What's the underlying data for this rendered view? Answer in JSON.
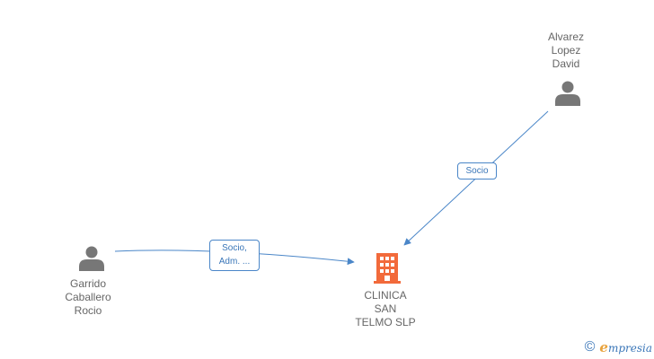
{
  "nodes": {
    "alvarez": {
      "label_lines": [
        "Alvarez",
        "Lopez",
        "David"
      ],
      "kind": "person",
      "icon": "person-icon",
      "color": "#777777"
    },
    "garrido": {
      "label_lines": [
        "Garrido",
        "Caballero",
        "Rocio"
      ],
      "kind": "person",
      "icon": "person-icon",
      "color": "#777777"
    },
    "clinica": {
      "label_lines": [
        "CLINICA",
        "SAN",
        "TELMO SLP"
      ],
      "kind": "company",
      "icon": "building-icon",
      "color": "#f26a3b"
    }
  },
  "edges": [
    {
      "from": "alvarez",
      "to": "clinica",
      "label_lines": [
        "Socio"
      ]
    },
    {
      "from": "garrido",
      "to": "clinica",
      "label_lines": [
        "Socio,",
        "Adm. ..."
      ]
    }
  ],
  "colors": {
    "edge": "#4a86c8",
    "node_text": "#666666",
    "edge_label_text": "#3a76b8"
  },
  "watermark": {
    "symbol": "©",
    "brand_initial": "e",
    "brand_rest": "mpresia"
  }
}
